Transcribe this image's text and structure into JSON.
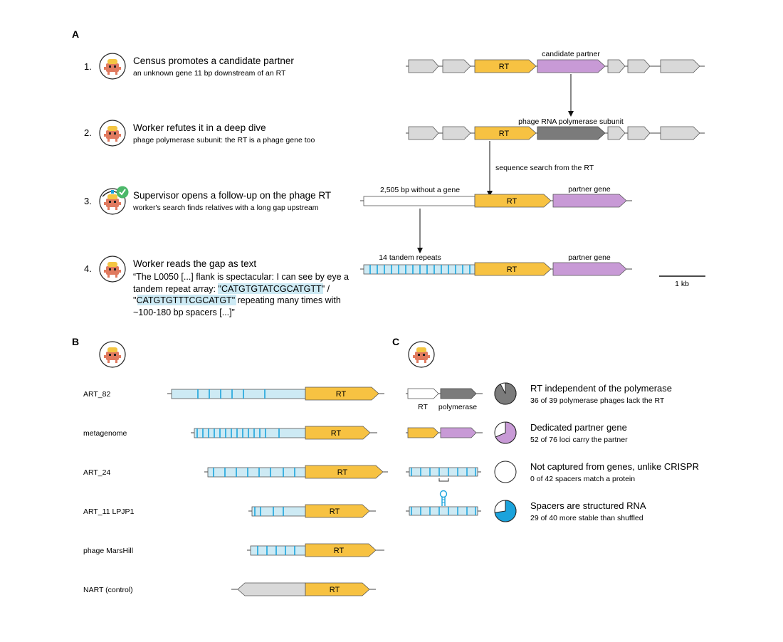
{
  "colors": {
    "rt": "#f7c242",
    "partner": "#c89ad6",
    "polymerase": "#7b7b7b",
    "gray_gene": "#d9d9d9",
    "repeat_fill": "#cdeaf4",
    "repeat_line": "#1aa3dc",
    "check": "#4cb86a",
    "pie_dark": "#7b7b7b",
    "pie_blue": "#1aa3dc",
    "pie_purple": "#c89ad6"
  },
  "panel_a": {
    "letter": "A",
    "steps": [
      {
        "num": "1.",
        "title": "Census promotes a candidate partner",
        "sub": "an unknown gene 11 bp downstream of an RT",
        "icon": "worker-icon"
      },
      {
        "num": "2.",
        "title": "Worker refutes it in a deep dive",
        "sub": "phage polymerase subunit: the RT is a phage gene too",
        "icon": "worker-icon"
      },
      {
        "num": "3.",
        "title": "Supervisor opens a follow-up on the phage RT",
        "sub": "worker's search finds relatives with a long gap upstream",
        "icon": "supervisor-icon"
      },
      {
        "num": "4.",
        "title": "Worker reads the gap as text",
        "icon": "worker-icon"
      }
    ],
    "quote": {
      "line1": "“The L0050 [...] flank is spectacular: I can see by eye a",
      "line2_pre": "tandem repeat array: \"",
      "seq1": "CATGTGTATCGCATGTT",
      "line2_post": "\" /",
      "line3_pre": "\"",
      "seq2": "CATGTGTTTCGCATGT",
      "line3_post": "\" repeating many times with",
      "line4": "~100-180 bp spacers [...]”"
    },
    "labels": {
      "candidate_partner": "candidate partner",
      "rt": "RT",
      "phage_polymerase": "phage RNA polymerase subunit",
      "sequence_search": "sequence search from the RT",
      "gap": "2,505 bp without a gene",
      "partner_gene": "partner gene",
      "tandem_repeats": "14 tandem repeats",
      "scale": "1 kb"
    }
  },
  "panel_b": {
    "letter": "B",
    "rows": [
      {
        "name": "ART_82",
        "rt": "RT"
      },
      {
        "name": "metagenome",
        "rt": "RT"
      },
      {
        "name": "ART_24",
        "rt": "RT"
      },
      {
        "name": "ART_11 LPJP1",
        "rt": "RT"
      },
      {
        "name": "phage MarsHill",
        "rt": "RT"
      },
      {
        "name": "NART (control)",
        "rt": "RT"
      }
    ]
  },
  "panel_c": {
    "letter": "C",
    "diagram_labels": {
      "rt": "RT",
      "polymerase": "polymerase"
    },
    "findings": [
      {
        "title": "RT independent of the polymerase",
        "sub": "36 of 39 polymerase phages lack the RT",
        "numerator": 36,
        "denominator": 39,
        "color": "#7b7b7b"
      },
      {
        "title": "Dedicated partner gene",
        "sub": "52 of 76 loci carry the partner",
        "numerator": 52,
        "denominator": 76,
        "color": "#c89ad6"
      },
      {
        "title": "Not captured from genes, unlike CRISPR",
        "sub": "0 of 42 spacers match a protein",
        "numerator": 0,
        "denominator": 42,
        "color": "#1aa3dc"
      },
      {
        "title": "Spacers are structured RNA",
        "sub": "29 of 40 more stable than shuffled",
        "numerator": 29,
        "denominator": 40,
        "color": "#1aa3dc"
      }
    ]
  }
}
